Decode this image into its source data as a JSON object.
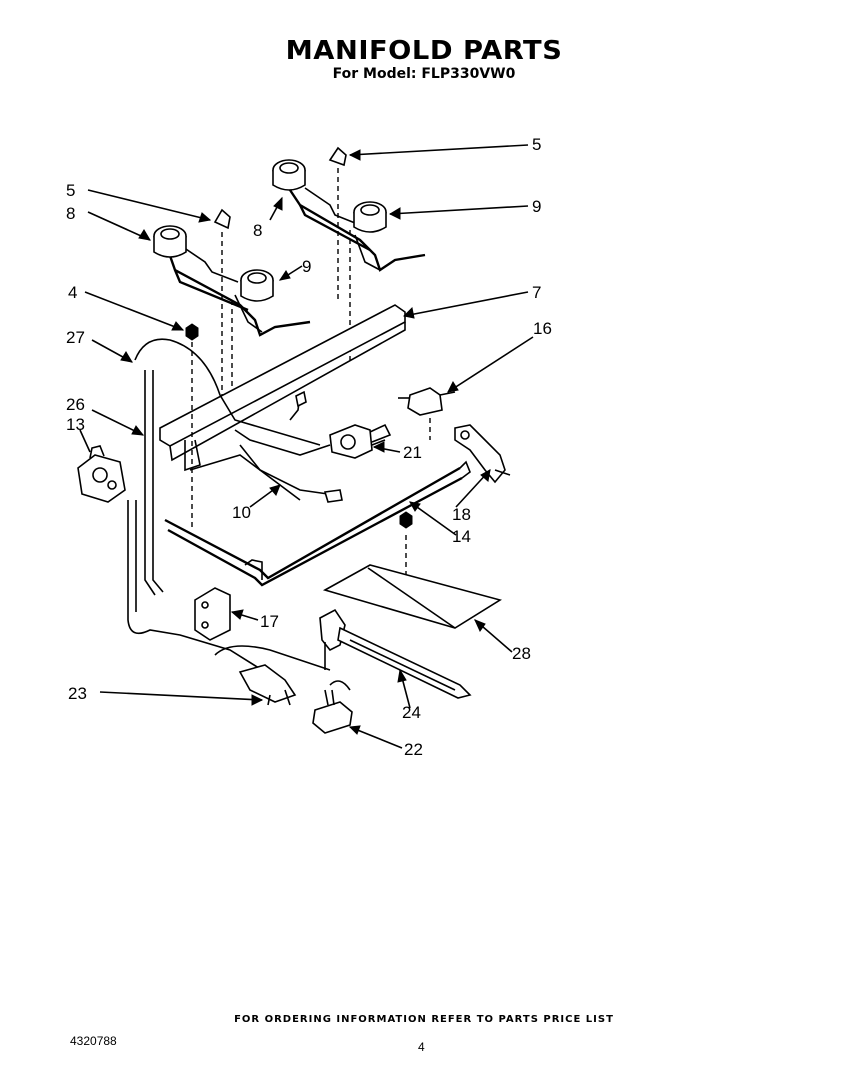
{
  "header": {
    "title": "MANIFOLD PARTS",
    "subtitle": "For Model: FLP330VW0"
  },
  "callouts": {
    "c5a": "5",
    "c5b": "5",
    "c8a": "8",
    "c8b": "8",
    "c9a": "9",
    "c9b": "9",
    "c4": "4",
    "c7": "7",
    "c27": "27",
    "c16": "16",
    "c26": "26",
    "c13": "13",
    "c21": "21",
    "c10": "10",
    "c18": "18",
    "c14": "14",
    "c17": "17",
    "c28": "28",
    "c23": "23",
    "c24": "24",
    "c22": "22"
  },
  "footer": {
    "ordering_note": "FOR ORDERING INFORMATION REFER TO PARTS PRICE LIST",
    "document_number": "4320788",
    "page_number": "4"
  }
}
